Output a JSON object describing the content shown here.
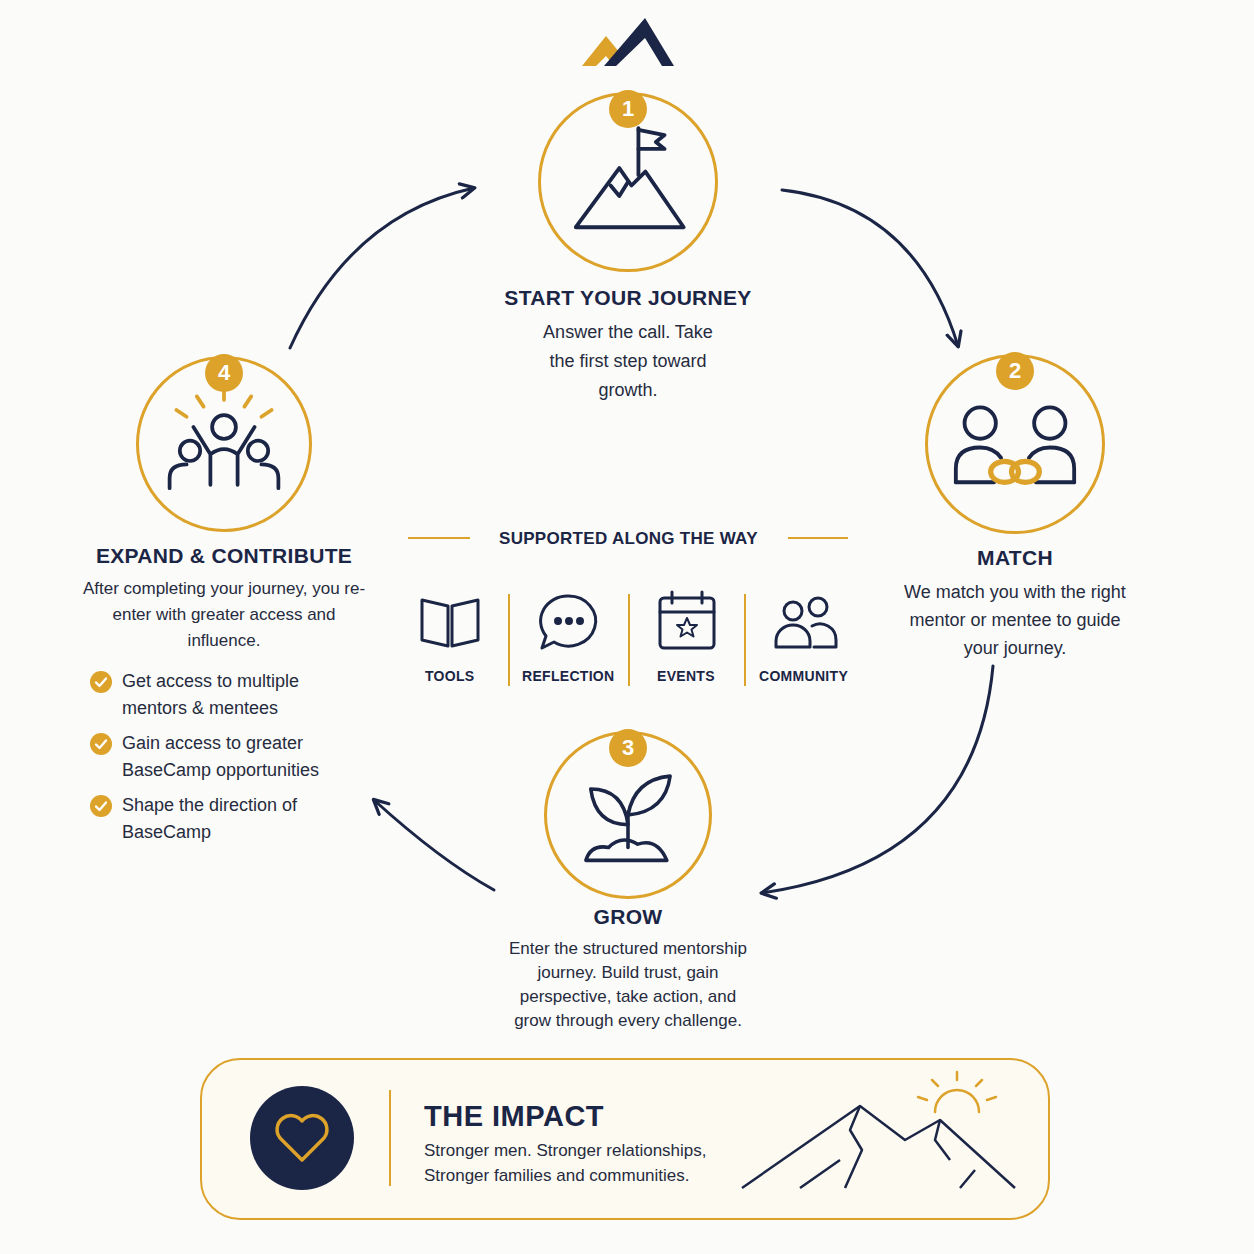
{
  "diagram": {
    "nodes": [
      {
        "text": [
          "START YOUR JOURNEY",
          "Answer the call. Take the first step toward growth."
        ]
      },
      {
        "text": [
          "MATCH",
          "We match you with the right mentor or mentee to guide your journey."
        ]
      },
      {
        "text": [
          "GROW",
          "Enter the structured mentorship journey. Build trust, gain perspective, take action, and grow through every challenge."
        ]
      },
      {
        "text": [
          "EXPAND & CONTRIBUTE",
          "After completing your journey, you re-enter with greater access and influence.",
          "Get access to multiple mentors & mentees",
          "Gain access to greater BaseCamp opportunities",
          "Shape the direction of BaseCamp"
        ]
      },
      {
        "text": [
          "THE IMPACT",
          "Stronger men. Stronger relationships, Stronger families and communities."
        ]
      }
    ],
    "edges": [
      {
        "from": 0,
        "to": 1,
        "arrow": "to"
      },
      {
        "from": 1,
        "to": 2,
        "arrow": "to"
      },
      {
        "from": 2,
        "to": 3,
        "arrow": "to"
      },
      {
        "from": 3,
        "to": 0,
        "arrow": "to"
      }
    ],
    "labels": [
      "1",
      "2",
      "3",
      "4",
      "SUPPORTED ALONG THE WAY",
      "TOOLS",
      "REFLECTION",
      "EVENTS",
      "COMMUNITY"
    ]
  }
}
